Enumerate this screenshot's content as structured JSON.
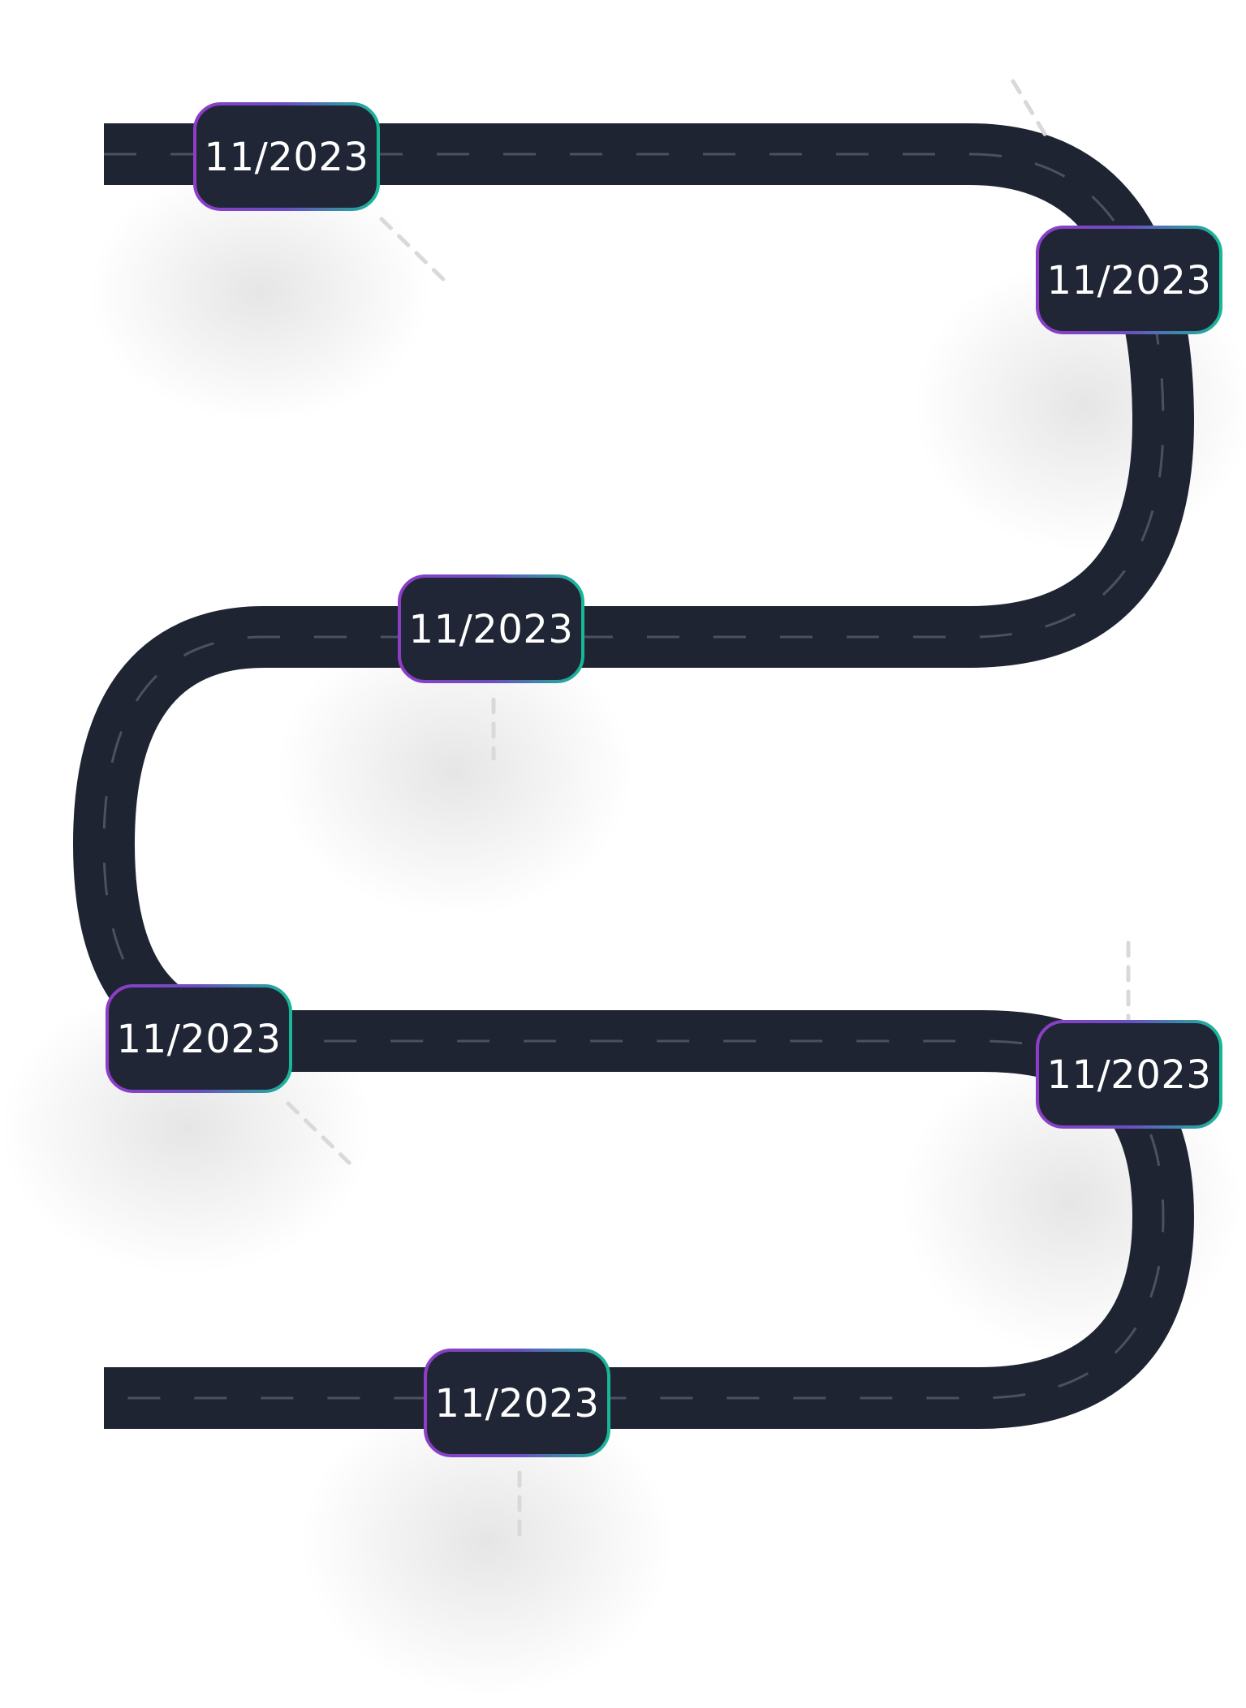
{
  "colors": {
    "road": "#1f2433",
    "lane_marking": "#4a5163",
    "badge_fill": "#212636",
    "badge_border_start": "#8e3dc7",
    "badge_border_end": "#17b897",
    "badge_text": "#ffffff",
    "connector": "#d9d9d9",
    "background": "#ffffff"
  },
  "milestones": [
    {
      "label": "11/2023",
      "connector": "diagonal-down-right"
    },
    {
      "label": "11/2023",
      "connector": "diagonal-up-left"
    },
    {
      "label": "11/2023",
      "connector": "vertical-down"
    },
    {
      "label": "11/2023",
      "connector": "diagonal-down-right"
    },
    {
      "label": "11/2023",
      "connector": "vertical-up"
    },
    {
      "label": "11/2023",
      "connector": "vertical-down"
    }
  ]
}
